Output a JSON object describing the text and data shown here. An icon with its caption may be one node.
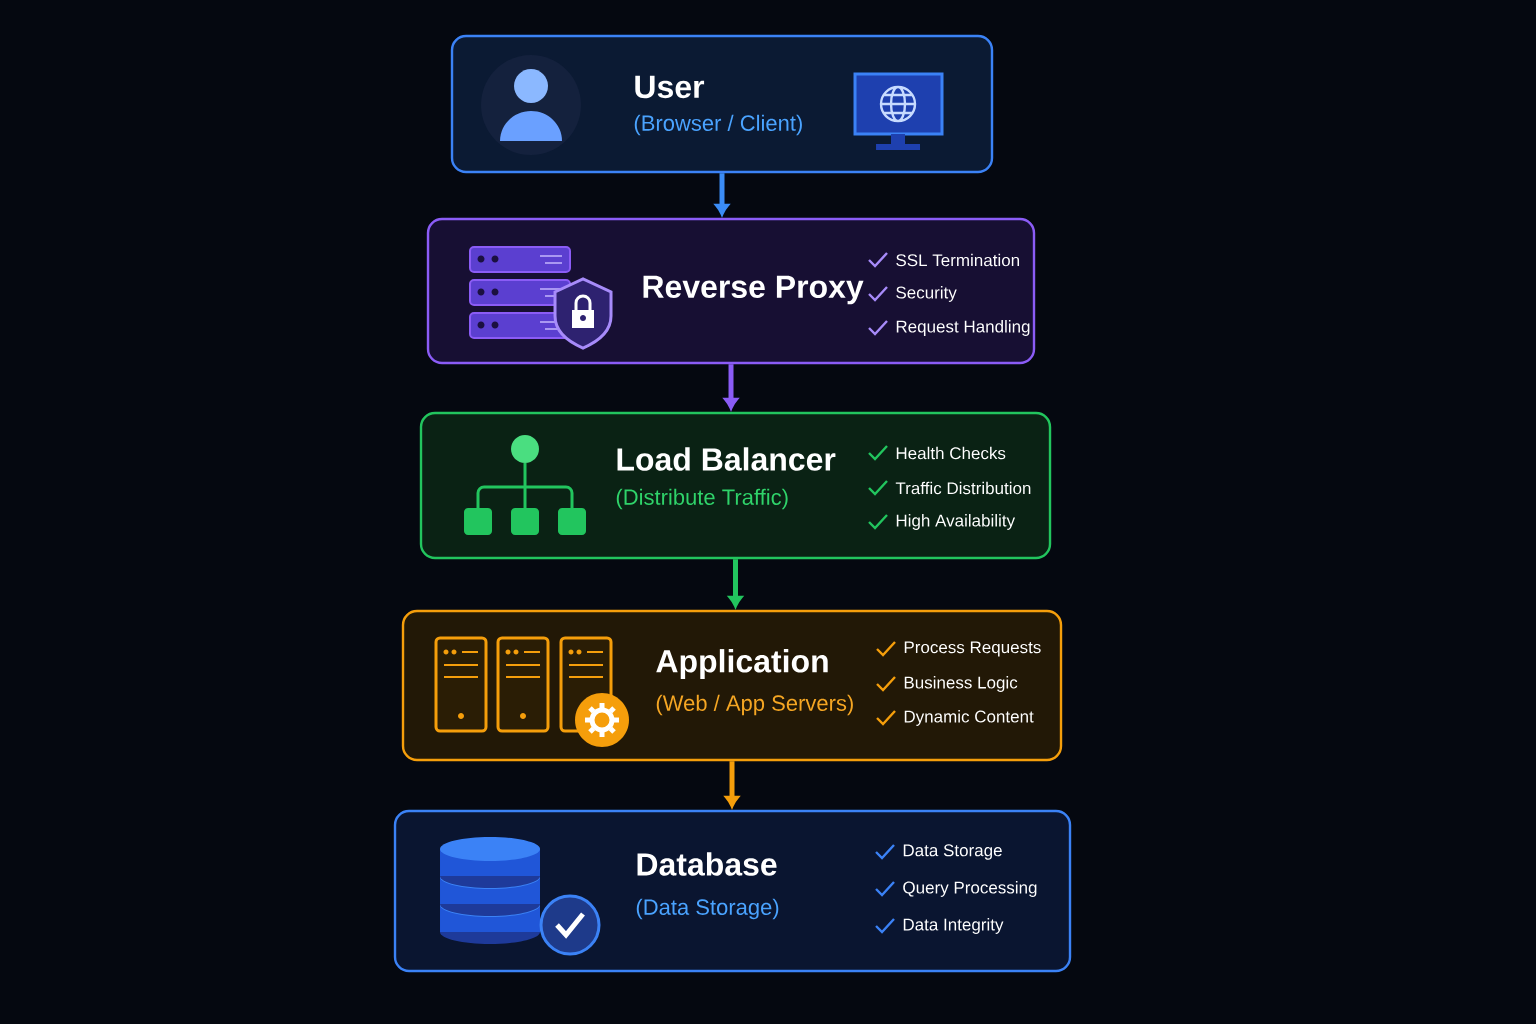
{
  "diagram": {
    "nodes": [
      {
        "text": [
          "User",
          "(Browser / Client)"
        ]
      },
      {
        "text": [
          "Reverse Proxy",
          "SSL Termination",
          "Security",
          "Request Handling"
        ]
      },
      {
        "text": [
          "Load Balancer",
          "(Distribute Traffic)",
          "Health Checks",
          "Traffic Distribution",
          "High Availability"
        ]
      },
      {
        "text": [
          "Application",
          "(Web / App Servers)",
          "Process Requests",
          "Business Logic",
          "Dynamic Content"
        ]
      },
      {
        "text": [
          "Database",
          "(Data Storage)",
          "Data Storage",
          "Query Processing",
          "Data Integrity"
        ]
      }
    ],
    "edges": [
      {
        "from": 0,
        "to": 1,
        "arrow": "to",
        "color": "#3b8cf6"
      },
      {
        "from": 1,
        "to": 2,
        "arrow": "to",
        "color": "#8b5cf6"
      },
      {
        "from": 2,
        "to": 3,
        "arrow": "to",
        "color": "#22c55e"
      },
      {
        "from": 3,
        "to": 4,
        "arrow": "to",
        "color": "#f59e0b"
      }
    ]
  }
}
